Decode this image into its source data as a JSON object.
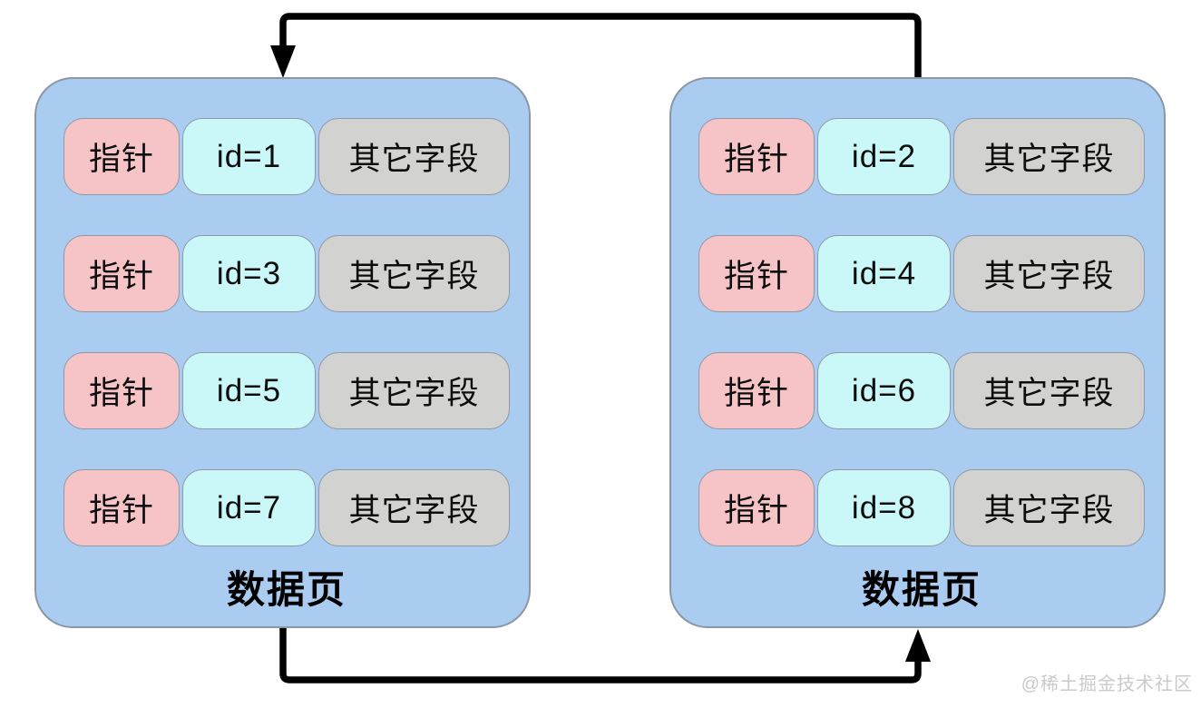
{
  "diagram": {
    "pages": [
      {
        "label": "数据页",
        "rows": [
          {
            "pointer": "指针",
            "id": "id=1",
            "other": "其它字段"
          },
          {
            "pointer": "指针",
            "id": "id=3",
            "other": "其它字段"
          },
          {
            "pointer": "指针",
            "id": "id=5",
            "other": "其它字段"
          },
          {
            "pointer": "指针",
            "id": "id=7",
            "other": "其它字段"
          }
        ]
      },
      {
        "label": "数据页",
        "rows": [
          {
            "pointer": "指针",
            "id": "id=2",
            "other": "其它字段"
          },
          {
            "pointer": "指针",
            "id": "id=4",
            "other": "其它字段"
          },
          {
            "pointer": "指针",
            "id": "id=6",
            "other": "其它字段"
          },
          {
            "pointer": "指针",
            "id": "id=8",
            "other": "其它字段"
          }
        ]
      }
    ],
    "arrows": [
      {
        "name": "top-link",
        "from": "right-page-top",
        "to": "left-page-top"
      },
      {
        "name": "bottom-link",
        "from": "left-page-bottom",
        "to": "right-page-bottom"
      }
    ],
    "watermark": "@稀土掘金技术社区",
    "colors": {
      "page_bg": "#aaccf1",
      "page_border": "#8a97a5",
      "cell_border": "#8f99a3",
      "pointer_bg": "#f6c3c6",
      "id_bg": "#caf7f8",
      "other_bg": "#d2d2d1",
      "arrow": "#000000",
      "watermark": "#cacaca"
    }
  }
}
